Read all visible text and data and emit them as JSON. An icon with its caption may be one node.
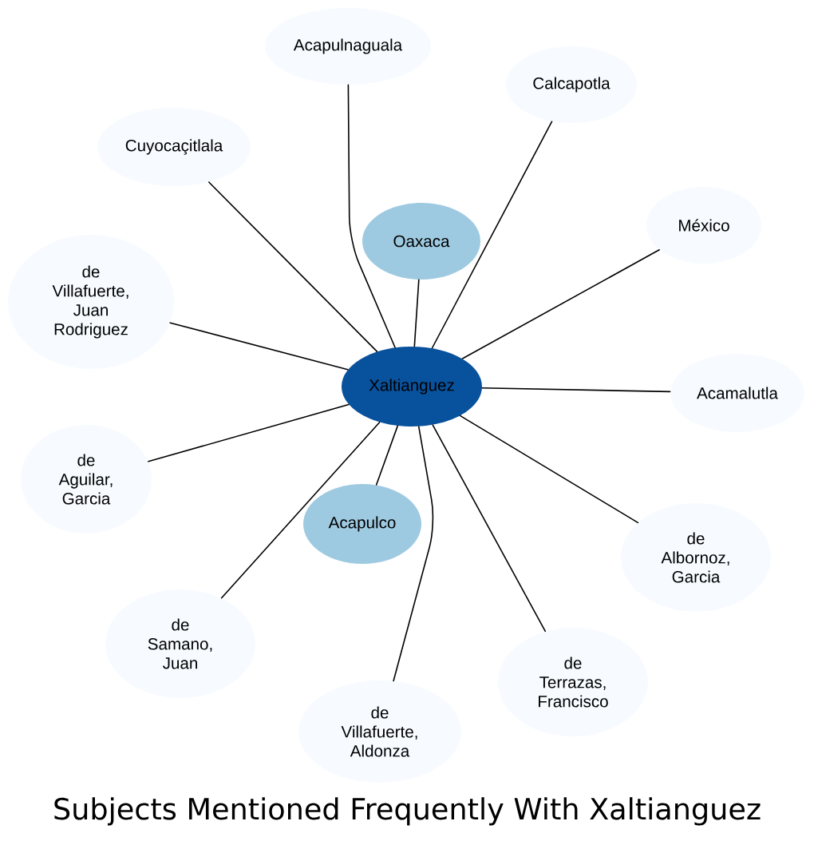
{
  "diagram": {
    "title": "Subjects Mentioned Frequently With Xaltianguez",
    "nodes": [
      {
        "text": [
          "Acapulnaguala"
        ]
      },
      {
        "text": [
          "Calcapotla"
        ]
      },
      {
        "text": [
          "Cuyocaçitlala"
        ]
      },
      {
        "text": [
          "México"
        ]
      },
      {
        "text": [
          "Oaxaca"
        ]
      },
      {
        "text": [
          "de Villafuerte, Juan Rodriguez"
        ]
      },
      {
        "text": [
          "Xaltianguez"
        ]
      },
      {
        "text": [
          "Acamalutla"
        ]
      },
      {
        "text": [
          "de Aguilar, Garcia"
        ]
      },
      {
        "text": [
          "Acapulco"
        ]
      },
      {
        "text": [
          "de Albornoz, Garcia"
        ]
      },
      {
        "text": [
          "de Samano, Juan"
        ]
      },
      {
        "text": [
          "de Terrazas, Francisco"
        ]
      },
      {
        "text": [
          "de Villafuerte, Aldonza"
        ]
      }
    ],
    "edges": [
      {
        "from": 6,
        "to": 0,
        "arrow": "none"
      },
      {
        "from": 6,
        "to": 1,
        "arrow": "none"
      },
      {
        "from": 6,
        "to": 2,
        "arrow": "none"
      },
      {
        "from": 6,
        "to": 3,
        "arrow": "none"
      },
      {
        "from": 6,
        "to": 4,
        "arrow": "none"
      },
      {
        "from": 6,
        "to": 5,
        "arrow": "none"
      },
      {
        "from": 6,
        "to": 7,
        "arrow": "none"
      },
      {
        "from": 6,
        "to": 8,
        "arrow": "none"
      },
      {
        "from": 6,
        "to": 9,
        "arrow": "none"
      },
      {
        "from": 6,
        "to": 10,
        "arrow": "none"
      },
      {
        "from": 6,
        "to": 11,
        "arrow": "none"
      },
      {
        "from": 6,
        "to": 12,
        "arrow": "none"
      },
      {
        "from": 6,
        "to": 13,
        "arrow": "none"
      }
    ]
  }
}
